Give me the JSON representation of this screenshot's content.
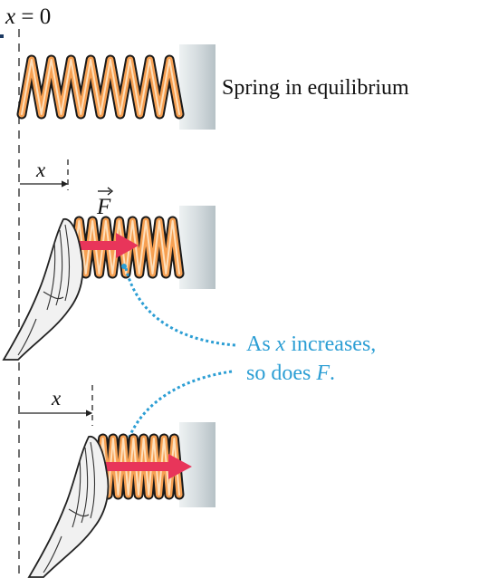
{
  "top_label": {
    "var": "x",
    "rest": " = 0"
  },
  "equilibrium_caption": "Spring in equilibrium",
  "disp_label": "x",
  "force_label": "F",
  "annotation": {
    "line1_pre": "As ",
    "line1_var": "x",
    "line1_post": " increases,",
    "line2_pre": "so does ",
    "line2_var": "F",
    "line2_post": "."
  },
  "colors": {
    "spring_fill": "#f7a052",
    "spring_stroke": "#1a1a1a",
    "arrow": "#e8355a",
    "annotation": "#2c9ed4",
    "wall": "#c9d2d6"
  },
  "icons": [
    "hand-icon",
    "wall",
    "spring"
  ]
}
